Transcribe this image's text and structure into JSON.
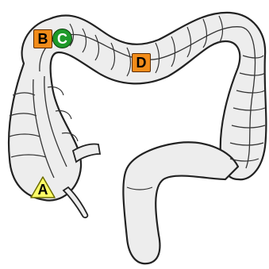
{
  "markers": {
    "a": {
      "label": "A",
      "shape": "triangle",
      "color": "#ffff66"
    },
    "b": {
      "label": "B",
      "shape": "square",
      "color": "#f28c1a"
    },
    "c": {
      "label": "C",
      "shape": "circle",
      "color": "#1e9a2a"
    },
    "d": {
      "label": "D",
      "shape": "square",
      "color": "#f28c1a"
    }
  },
  "colors": {
    "organ_fill": "#ededed",
    "outline": "#222222"
  }
}
